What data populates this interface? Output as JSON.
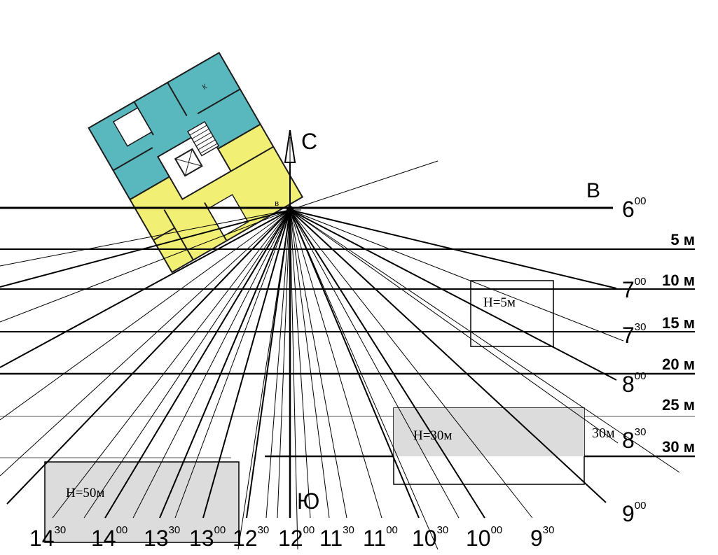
{
  "north_label": "С",
  "south_label": "Ю",
  "east_label": "В",
  "origin_label": "в",
  "room_label": "К",
  "distance_labels": [
    "5 м",
    "10 м",
    "15 м",
    "20 м",
    "25 м",
    "30 м"
  ],
  "right_times": [
    {
      "h": "6",
      "m": "00"
    },
    {
      "h": "7",
      "m": "00"
    },
    {
      "h": "7",
      "m": "30"
    },
    {
      "h": "8",
      "m": "00"
    },
    {
      "h": "8",
      "m": "30"
    },
    {
      "h": "9",
      "m": "00"
    }
  ],
  "bottom_times": [
    {
      "h": "14",
      "m": "30"
    },
    {
      "h": "14",
      "m": "00"
    },
    {
      "h": "13",
      "m": "30"
    },
    {
      "h": "13",
      "m": "00"
    },
    {
      "h": "12",
      "m": "30"
    },
    {
      "h": "12",
      "m": "00"
    },
    {
      "h": "11",
      "m": "30"
    },
    {
      "h": "11",
      "m": "00"
    },
    {
      "h": "10",
      "m": "30"
    },
    {
      "h": "10",
      "m": "00"
    },
    {
      "h": "9",
      "m": "30"
    }
  ],
  "buildings": [
    {
      "label": "Н=5м"
    },
    {
      "label": "Н=30м"
    },
    {
      "label": "Н=50м"
    }
  ],
  "side_label_30m": "30м",
  "colors": {
    "apartment_teal": "#59b8bd",
    "apartment_yellow": "#f1ef74",
    "building_fill": "#dcdcdc",
    "line": "#000000"
  }
}
